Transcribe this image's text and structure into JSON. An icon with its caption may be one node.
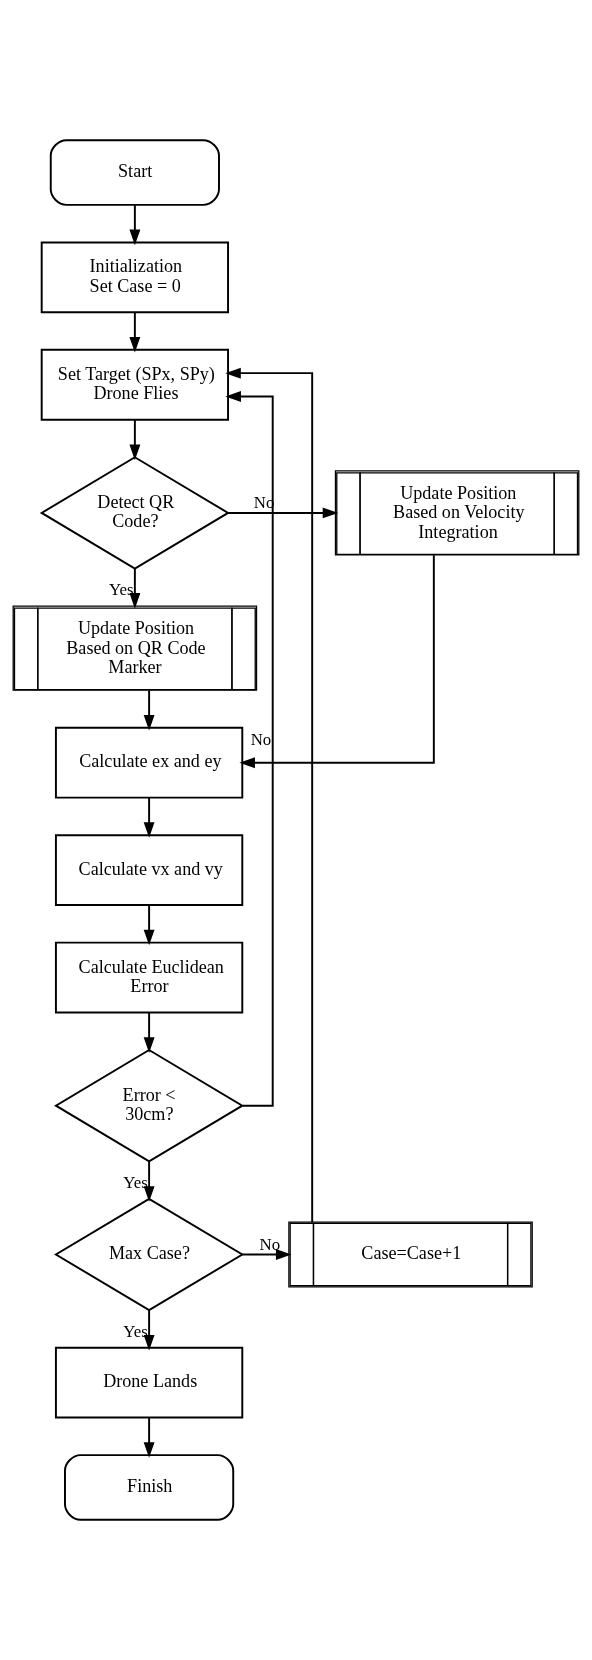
{
  "diagram": {
    "nodes": [
      {
        "text": [
          "Start"
        ]
      },
      {
        "text": [
          "Initialization",
          "Set Case = 0"
        ]
      },
      {
        "text": [
          "Set Target (SPx, SPy)",
          "Drone Flies"
        ]
      },
      {
        "text": [
          "Detect QR Code?"
        ]
      },
      {
        "text": [
          "Update Position Based on Velocity Integration"
        ]
      },
      {
        "text": [
          "Update Position Based on QR Code Marker"
        ]
      },
      {
        "text": [
          "Calculate ex and ey"
        ]
      },
      {
        "text": [
          "Calculate vx and vy"
        ]
      },
      {
        "text": [
          "Calculate Euclidean Error"
        ]
      },
      {
        "text": [
          "Error < 30cm?"
        ]
      },
      {
        "text": [
          "Max Case?"
        ]
      },
      {
        "text": [
          "Case=Case+1"
        ]
      },
      {
        "text": [
          "Drone Lands"
        ]
      },
      {
        "text": [
          "Finish"
        ]
      }
    ],
    "edges": [
      {
        "from": 0,
        "to": 1,
        "arrow": "to"
      },
      {
        "from": 1,
        "to": 2,
        "arrow": "to"
      },
      {
        "from": 2,
        "to": 3,
        "arrow": "to"
      },
      {
        "from": 3,
        "to": 4,
        "arrow": "to",
        "label": "No"
      },
      {
        "from": 3,
        "to": 5,
        "arrow": "to",
        "label": "Yes"
      },
      {
        "from": 4,
        "to": 6,
        "arrow": "to"
      },
      {
        "from": 5,
        "to": 6,
        "arrow": "to"
      },
      {
        "from": 6,
        "to": 7,
        "arrow": "to"
      },
      {
        "from": 7,
        "to": 8,
        "arrow": "to"
      },
      {
        "from": 8,
        "to": 9,
        "arrow": "to"
      },
      {
        "from": 9,
        "to": 2,
        "arrow": "to",
        "label": "No"
      },
      {
        "from": 9,
        "to": 10,
        "arrow": "to",
        "label": "Yes"
      },
      {
        "from": 10,
        "to": 11,
        "arrow": "to",
        "label": "No"
      },
      {
        "from": 10,
        "to": 12,
        "arrow": "to",
        "label": "Yes"
      },
      {
        "from": 11,
        "to": 2,
        "arrow": "to"
      },
      {
        "from": 12,
        "to": 13,
        "arrow": "to"
      }
    ]
  }
}
